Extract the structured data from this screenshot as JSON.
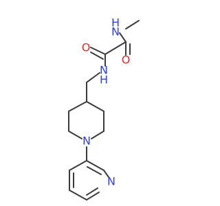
{
  "molecule": {
    "atoms": [
      {
        "id": "nh_top",
        "label": "H",
        "color": "#2f3fe0"
      },
      {
        "id": "n_top",
        "label": "N",
        "color": "#2f3fe0"
      },
      {
        "id": "o_left",
        "label": "O",
        "color": "#e32b2b"
      },
      {
        "id": "o_right",
        "label": "O",
        "color": "#e32b2b"
      },
      {
        "id": "n_mid",
        "label": "N",
        "color": "#2f3fe0"
      },
      {
        "id": "h_mid",
        "label": "H",
        "color": "#2f3fe0"
      },
      {
        "id": "n_pip",
        "label": "N",
        "color": "#2f3fe0"
      },
      {
        "id": "n_pyr",
        "label": "N",
        "color": "#2f3fe0"
      }
    ]
  }
}
